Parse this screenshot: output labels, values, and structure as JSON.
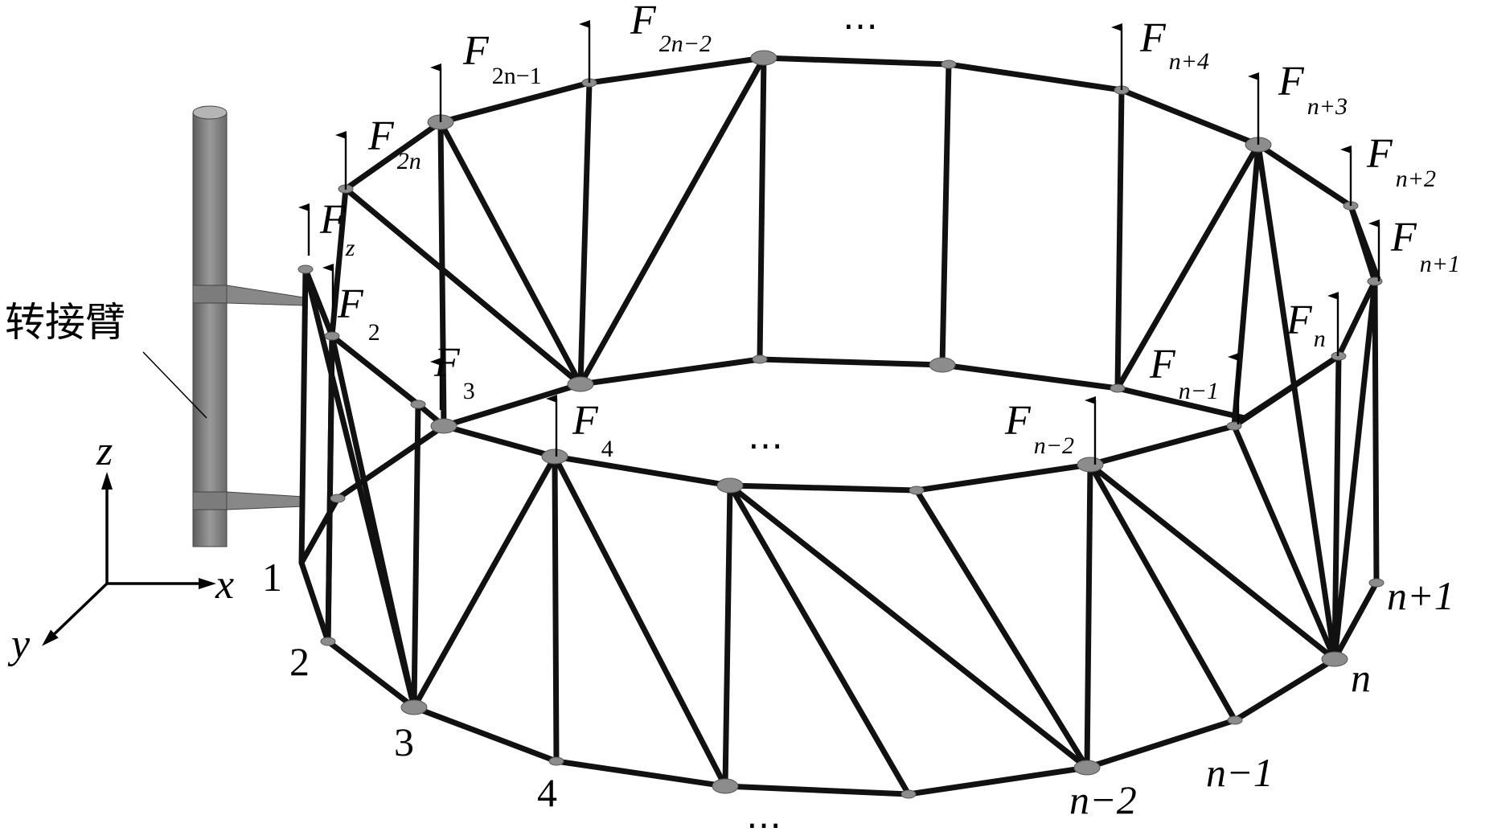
{
  "adapter_arm_label": "转接臂",
  "axes": {
    "x": "x",
    "y": "y",
    "z": "z"
  },
  "node_numbers": {
    "n1": "1",
    "n2": "2",
    "n3": "3",
    "n4": "4",
    "n_minus_2": "n−2",
    "n_minus_1": "n−1",
    "n": "n",
    "n_plus_1": "n+1"
  },
  "forces": {
    "f_z": {
      "base": "F",
      "sub": "z"
    },
    "f_2": {
      "base": "F",
      "sub": "2"
    },
    "f_3": {
      "base": "F",
      "sub": "3"
    },
    "f_4": {
      "base": "F",
      "sub": "4"
    },
    "f_2n": {
      "base": "F",
      "sub": "2n"
    },
    "f_2n_1": {
      "base": "F",
      "sub": "2n−1"
    },
    "f_2n_2": {
      "base": "F",
      "sub": "2n−2"
    },
    "f_n_4": {
      "base": "F",
      "sub": "n+4"
    },
    "f_n_3": {
      "base": "F",
      "sub": "n+3"
    },
    "f_n_2p": {
      "base": "F",
      "sub": "n+2"
    },
    "f_n_1p": {
      "base": "F",
      "sub": "n+1"
    },
    "f_n": {
      "base": "F",
      "sub": "n"
    },
    "f_n_1m": {
      "base": "F",
      "sub": "n−1"
    },
    "f_n_2m": {
      "base": "F",
      "sub": "n−2"
    }
  },
  "ellipsis": "…",
  "colors": {
    "truss": "#111111",
    "joint": "#8c8c8c",
    "arm": "#7a7a7a",
    "arrow": "#000000"
  }
}
